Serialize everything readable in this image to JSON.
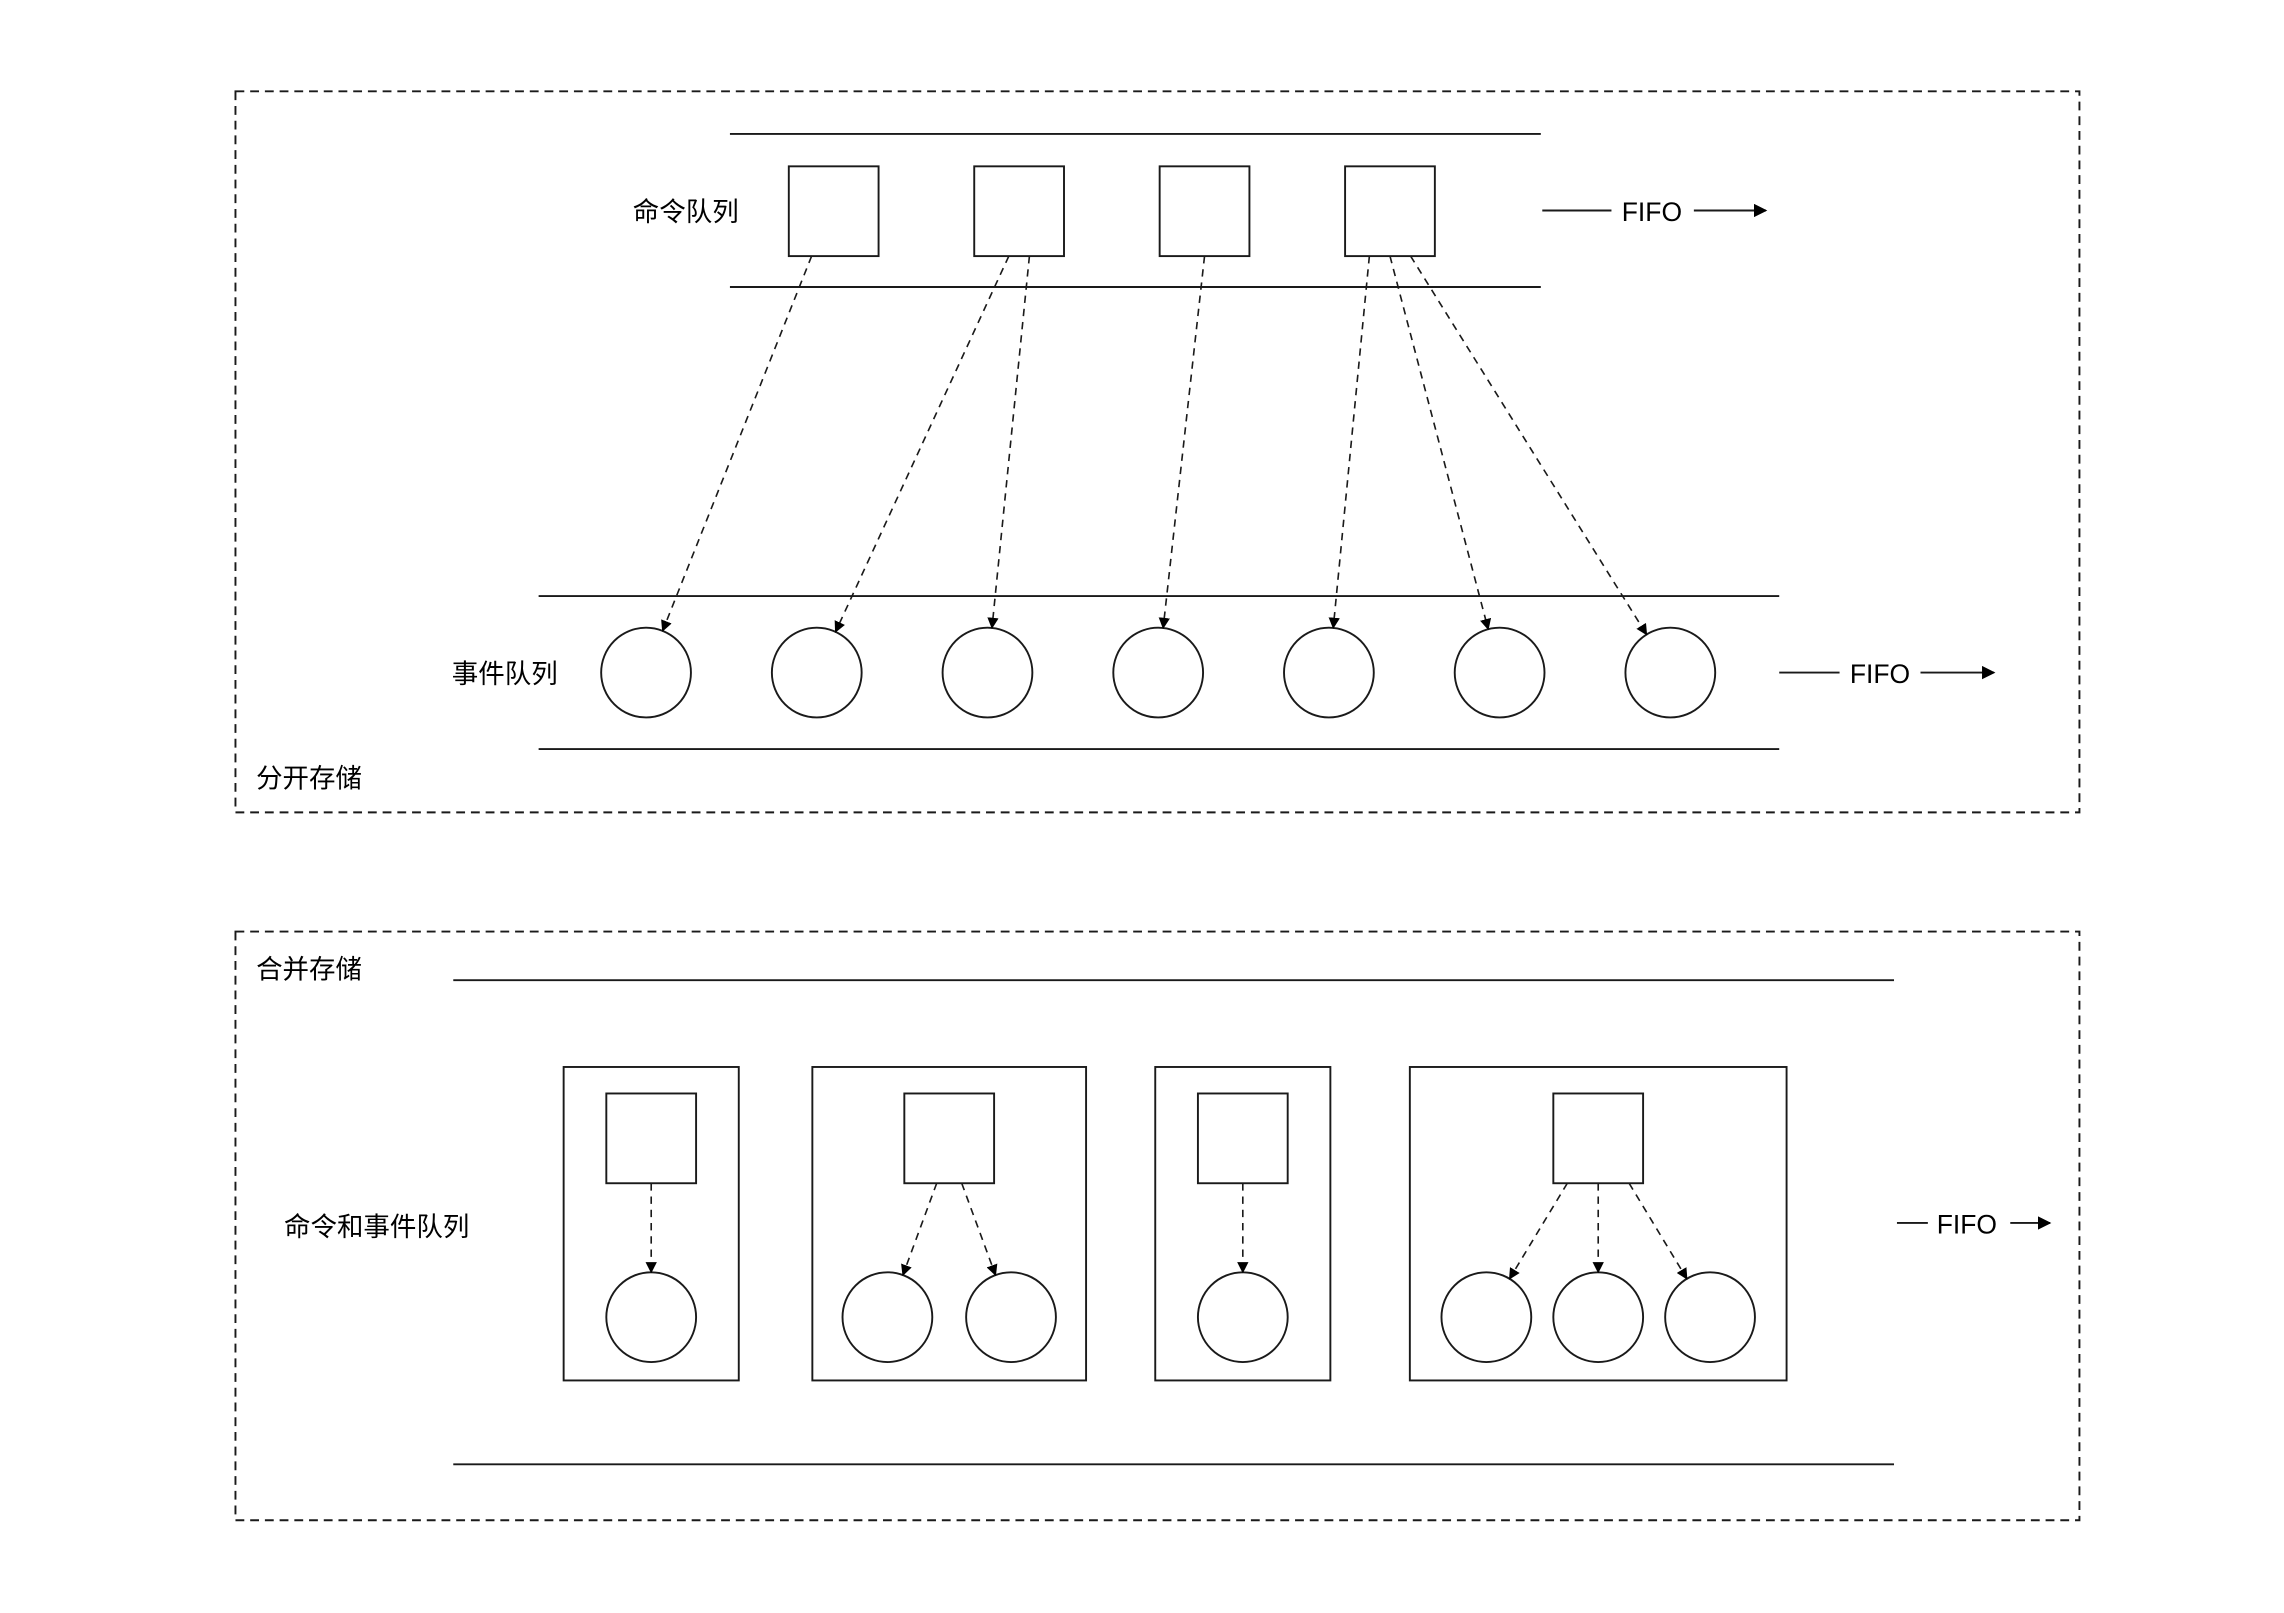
{
  "sections": {
    "separate": {
      "title": "分开存储",
      "command_queue_label": "命令队列",
      "event_queue_label": "事件队列",
      "command_fifo_label": "FIFO",
      "event_fifo_label": "FIFO",
      "commands": 4,
      "events": 7,
      "links": [
        {
          "command": 0,
          "event": 0
        },
        {
          "command": 1,
          "event": 1
        },
        {
          "command": 1,
          "event": 2
        },
        {
          "command": 2,
          "event": 3
        },
        {
          "command": 3,
          "event": 4
        },
        {
          "command": 3,
          "event": 5
        },
        {
          "command": 3,
          "event": 6
        }
      ]
    },
    "combined": {
      "title": "合并存储",
      "queue_label": "命令和事件队列",
      "fifo_label": "FIFO",
      "groups": [
        {
          "events": 1
        },
        {
          "events": 2
        },
        {
          "events": 1
        },
        {
          "events": 3
        }
      ]
    }
  },
  "style": {
    "stroke_color": "#1a1a1a",
    "background": "#ffffff"
  }
}
